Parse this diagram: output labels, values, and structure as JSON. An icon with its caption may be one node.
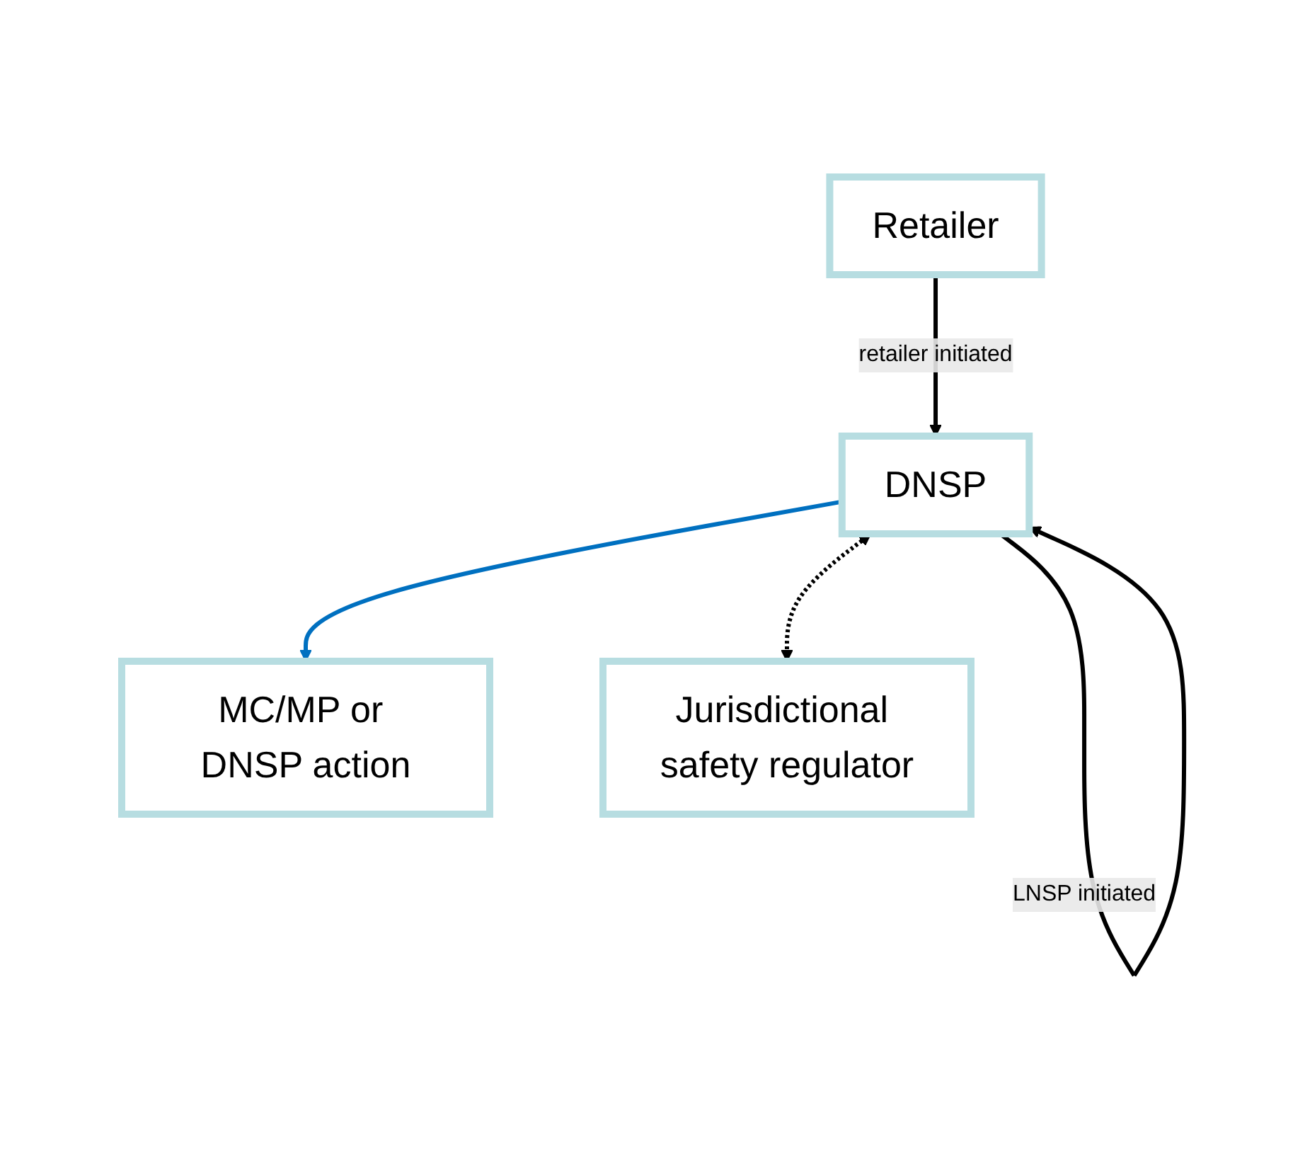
{
  "diagram": {
    "nodes": [
      {
        "text": [
          "Retailer"
        ]
      },
      {
        "text": [
          "DNSP"
        ]
      },
      {
        "text": [
          "MC/MP or DNSP action"
        ]
      },
      {
        "text": [
          "Jurisdictional safety regulator"
        ]
      }
    ],
    "edges": [
      {
        "from": 0,
        "to": 1,
        "arrow": "to",
        "label": "retailer initiated"
      },
      {
        "from": 1,
        "to": 1,
        "arrow": "to",
        "label": "LNSP initiated"
      },
      {
        "from": 1,
        "to": 2,
        "arrow": "to",
        "color": "#0070c0"
      },
      {
        "from": 1,
        "to": 3,
        "arrow": "both",
        "style": "dashed"
      }
    ]
  }
}
